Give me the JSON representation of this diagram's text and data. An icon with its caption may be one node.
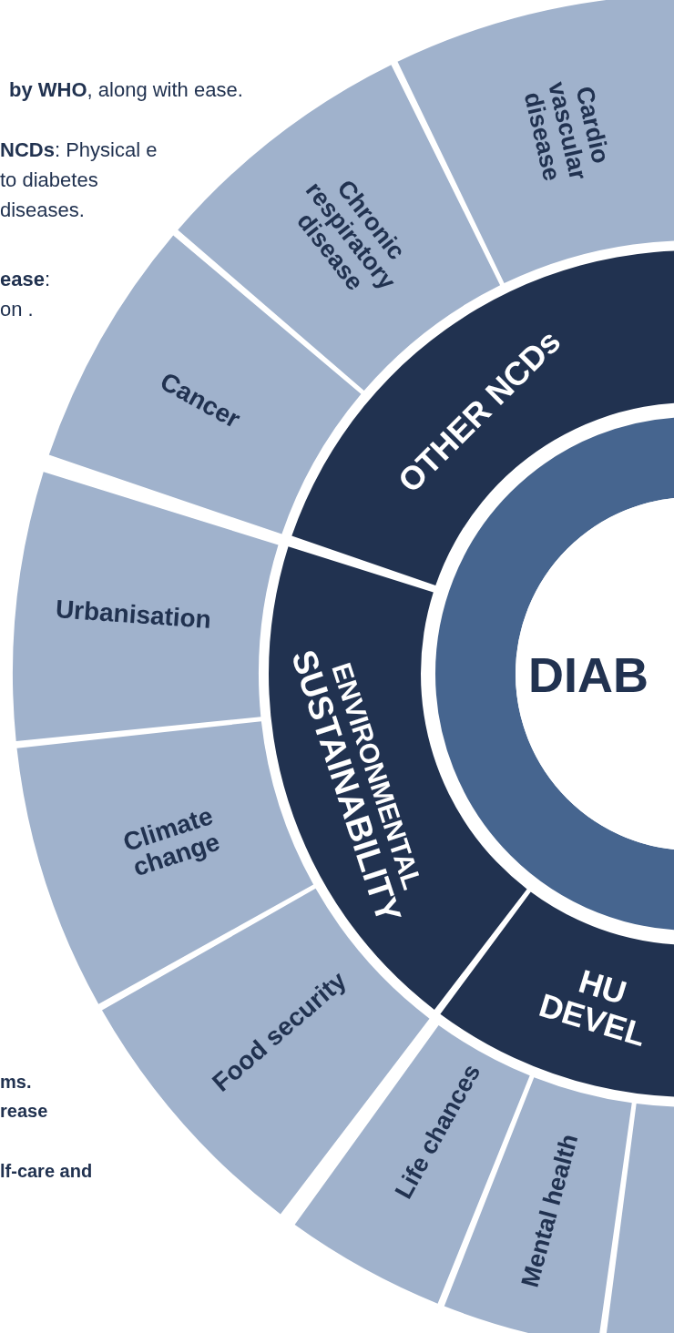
{
  "diagram": {
    "nodes": [
      {
        "text": [
          "DIAB"
        ]
      },
      {
        "text": [
          "OTHER NCDs"
        ]
      },
      {
        "text": [
          "ENVIRONMENTAL",
          "SUSTAINABILITY"
        ]
      },
      {
        "text": [
          "HU DEVEL"
        ]
      },
      {
        "text": [
          "Cardio vascular disease"
        ]
      },
      {
        "text": [
          "Chronic respiratory disease"
        ]
      },
      {
        "text": [
          "Cancer"
        ]
      },
      {
        "text": [
          "Urbanisation"
        ]
      },
      {
        "text": [
          "Climate change"
        ]
      },
      {
        "text": [
          "Food security"
        ]
      },
      {
        "text": [
          "Life chances"
        ]
      },
      {
        "text": [
          "Mental health"
        ]
      },
      {
        "text": [],
        "shape": "box"
      }
    ],
    "labels": [
      "**by WHO**, along with ease.",
      "**NCDs**: Physical e to diabetes diseases.",
      "**ease**: on .",
      "ms. rease",
      "lf-care and"
    ]
  }
}
